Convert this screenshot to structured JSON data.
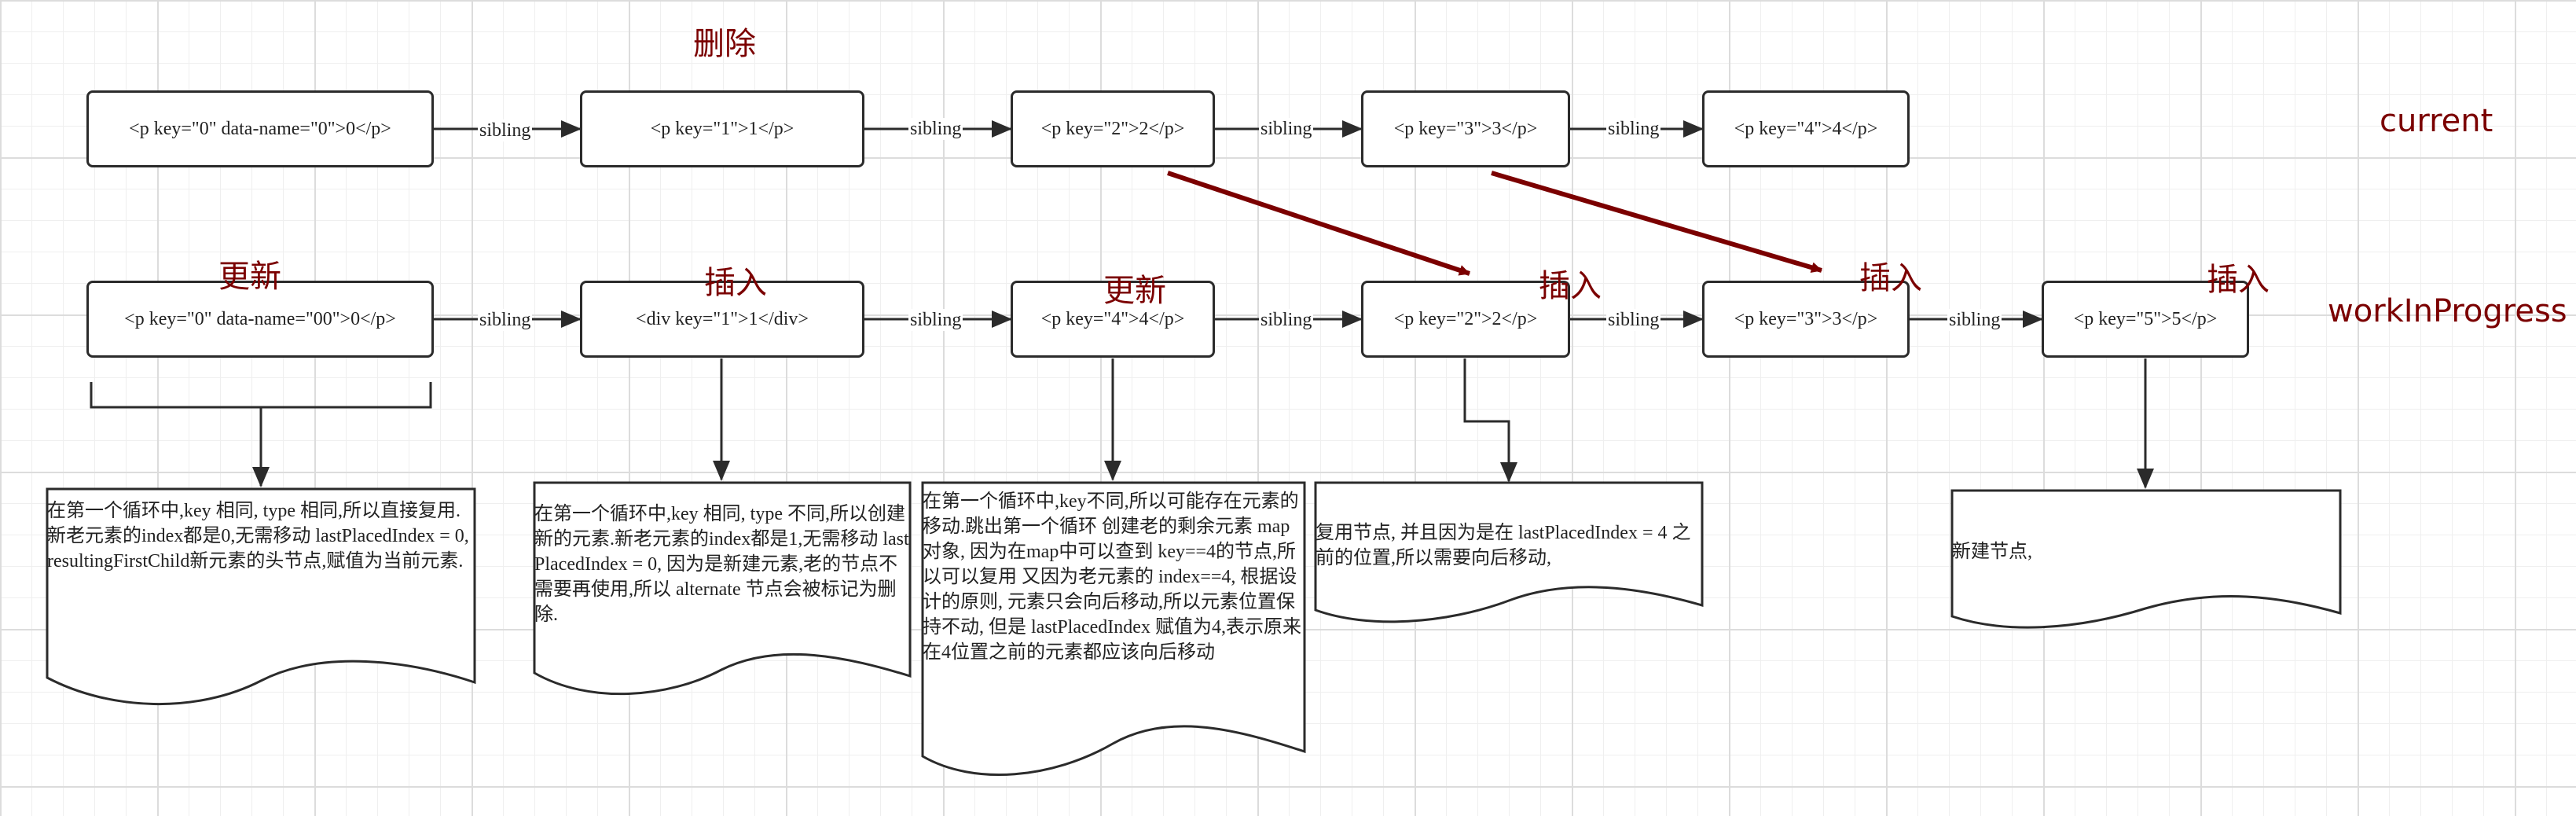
{
  "current_row": {
    "label": "current",
    "nodes": [
      "<p key=\"0\" data-name=\"0\">0</p>",
      "<p key=\"1\">1</p>",
      "<p key=\"2\">2</p>",
      "<p key=\"3\">3</p>",
      "<p key=\"4\">4</p>"
    ]
  },
  "wip_row": {
    "label": "workInProgress",
    "nodes": [
      "<p key=\"0\" data-name=\"00\">0</p>",
      "<div key=\"1\">1</div>",
      "<p key=\"4\">4</p>",
      "<p key=\"2\">2</p>",
      "<p key=\"3\">3</p>",
      "<p key=\"5\">5</p>"
    ]
  },
  "edge_label": "sibling",
  "annotations": {
    "delete": "删除",
    "update_0": "更新",
    "insert_1": "插入",
    "update_4": "更新",
    "insert_2": "插入",
    "insert_3": "插入",
    "insert_5": "插入"
  },
  "notes": [
    "在第一个循环中,key 相同, type 相同,所以直接复用.新老元素的index都是0,无需移动 lastPlacedIndex = 0, resultingFirstChild新元素的头节点,赋值为当前元素.",
    "在第一个循环中,key 相同, type 不同,所以创建新的元素.新老元素的index都是1,无需移动  lastPlacedIndex = 0, 因为是新建元素,老的节点不需要再使用,所以 alternate 节点会被标记为删除.",
    "在第一个循环中,key不同,所以可能存在元素的移动.跳出第一个循环 创建老的剩余元素 map 对象, 因为在map中可以查到 key==4的节点,所以可以复用 又因为老元素的 index==4, 根据设计的原则, 元素只会向后移动,所以元素位置保持不动, 但是 lastPlacedIndex 赋值为4,表示原来在4位置之前的元素都应该向后移动",
    "复用节点, 并且因为是在 lastPlacedIndex  = 4 之前的位置,所以需要向后移动,",
    "新建节点,"
  ],
  "colors": {
    "annotation": "#7b0000",
    "stroke": "#2b2b2b",
    "grid_major": "#dcdcdc",
    "grid_minor": "#efefef"
  }
}
